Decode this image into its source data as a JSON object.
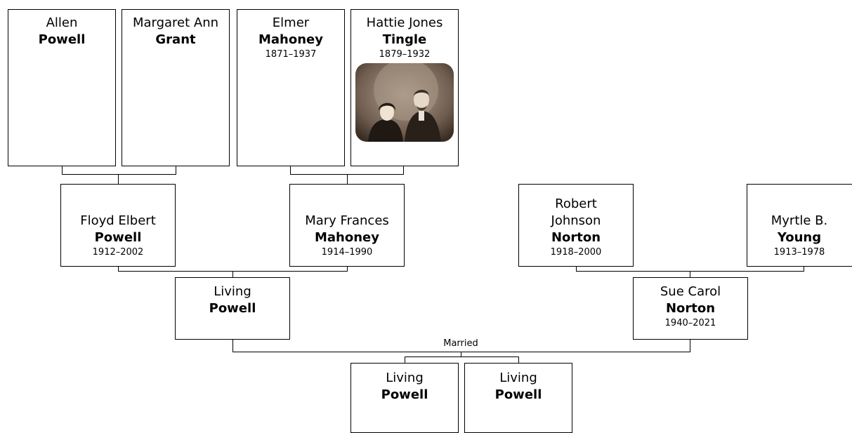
{
  "people": {
    "allen": {
      "given": "Allen",
      "surname": "Powell",
      "dates": ""
    },
    "margaret": {
      "given": "Margaret Ann",
      "surname": "Grant",
      "dates": ""
    },
    "elmer": {
      "given": "Elmer",
      "surname": "Mahoney",
      "dates": "1871–1937"
    },
    "hattie": {
      "given": "Hattie Jones",
      "surname": "Tingle",
      "dates": "1879–1932",
      "photo_icon": "portrait-photo-icon"
    },
    "floyd": {
      "given": "Floyd Elbert",
      "surname": "Powell",
      "dates": "1912–2002"
    },
    "mary": {
      "given": "Mary Frances",
      "surname": "Mahoney",
      "dates": "1914–1990"
    },
    "robert": {
      "given": "Robert Johnson",
      "surname": "Norton",
      "dates": "1918–2000"
    },
    "myrtle": {
      "given": "Myrtle B.",
      "surname": "Young",
      "dates": "1913–1978"
    },
    "living_father": {
      "given": "Living",
      "surname": "Powell",
      "dates": ""
    },
    "sue": {
      "given": "Sue Carol",
      "surname": "Norton",
      "dates": "1940–2021"
    },
    "child1": {
      "given": "Living",
      "surname": "Powell",
      "dates": ""
    },
    "child2": {
      "given": "Living",
      "surname": "Powell",
      "dates": ""
    }
  },
  "married_label": "Married",
  "colors": {
    "border": "#000000",
    "background": "#ffffff"
  }
}
